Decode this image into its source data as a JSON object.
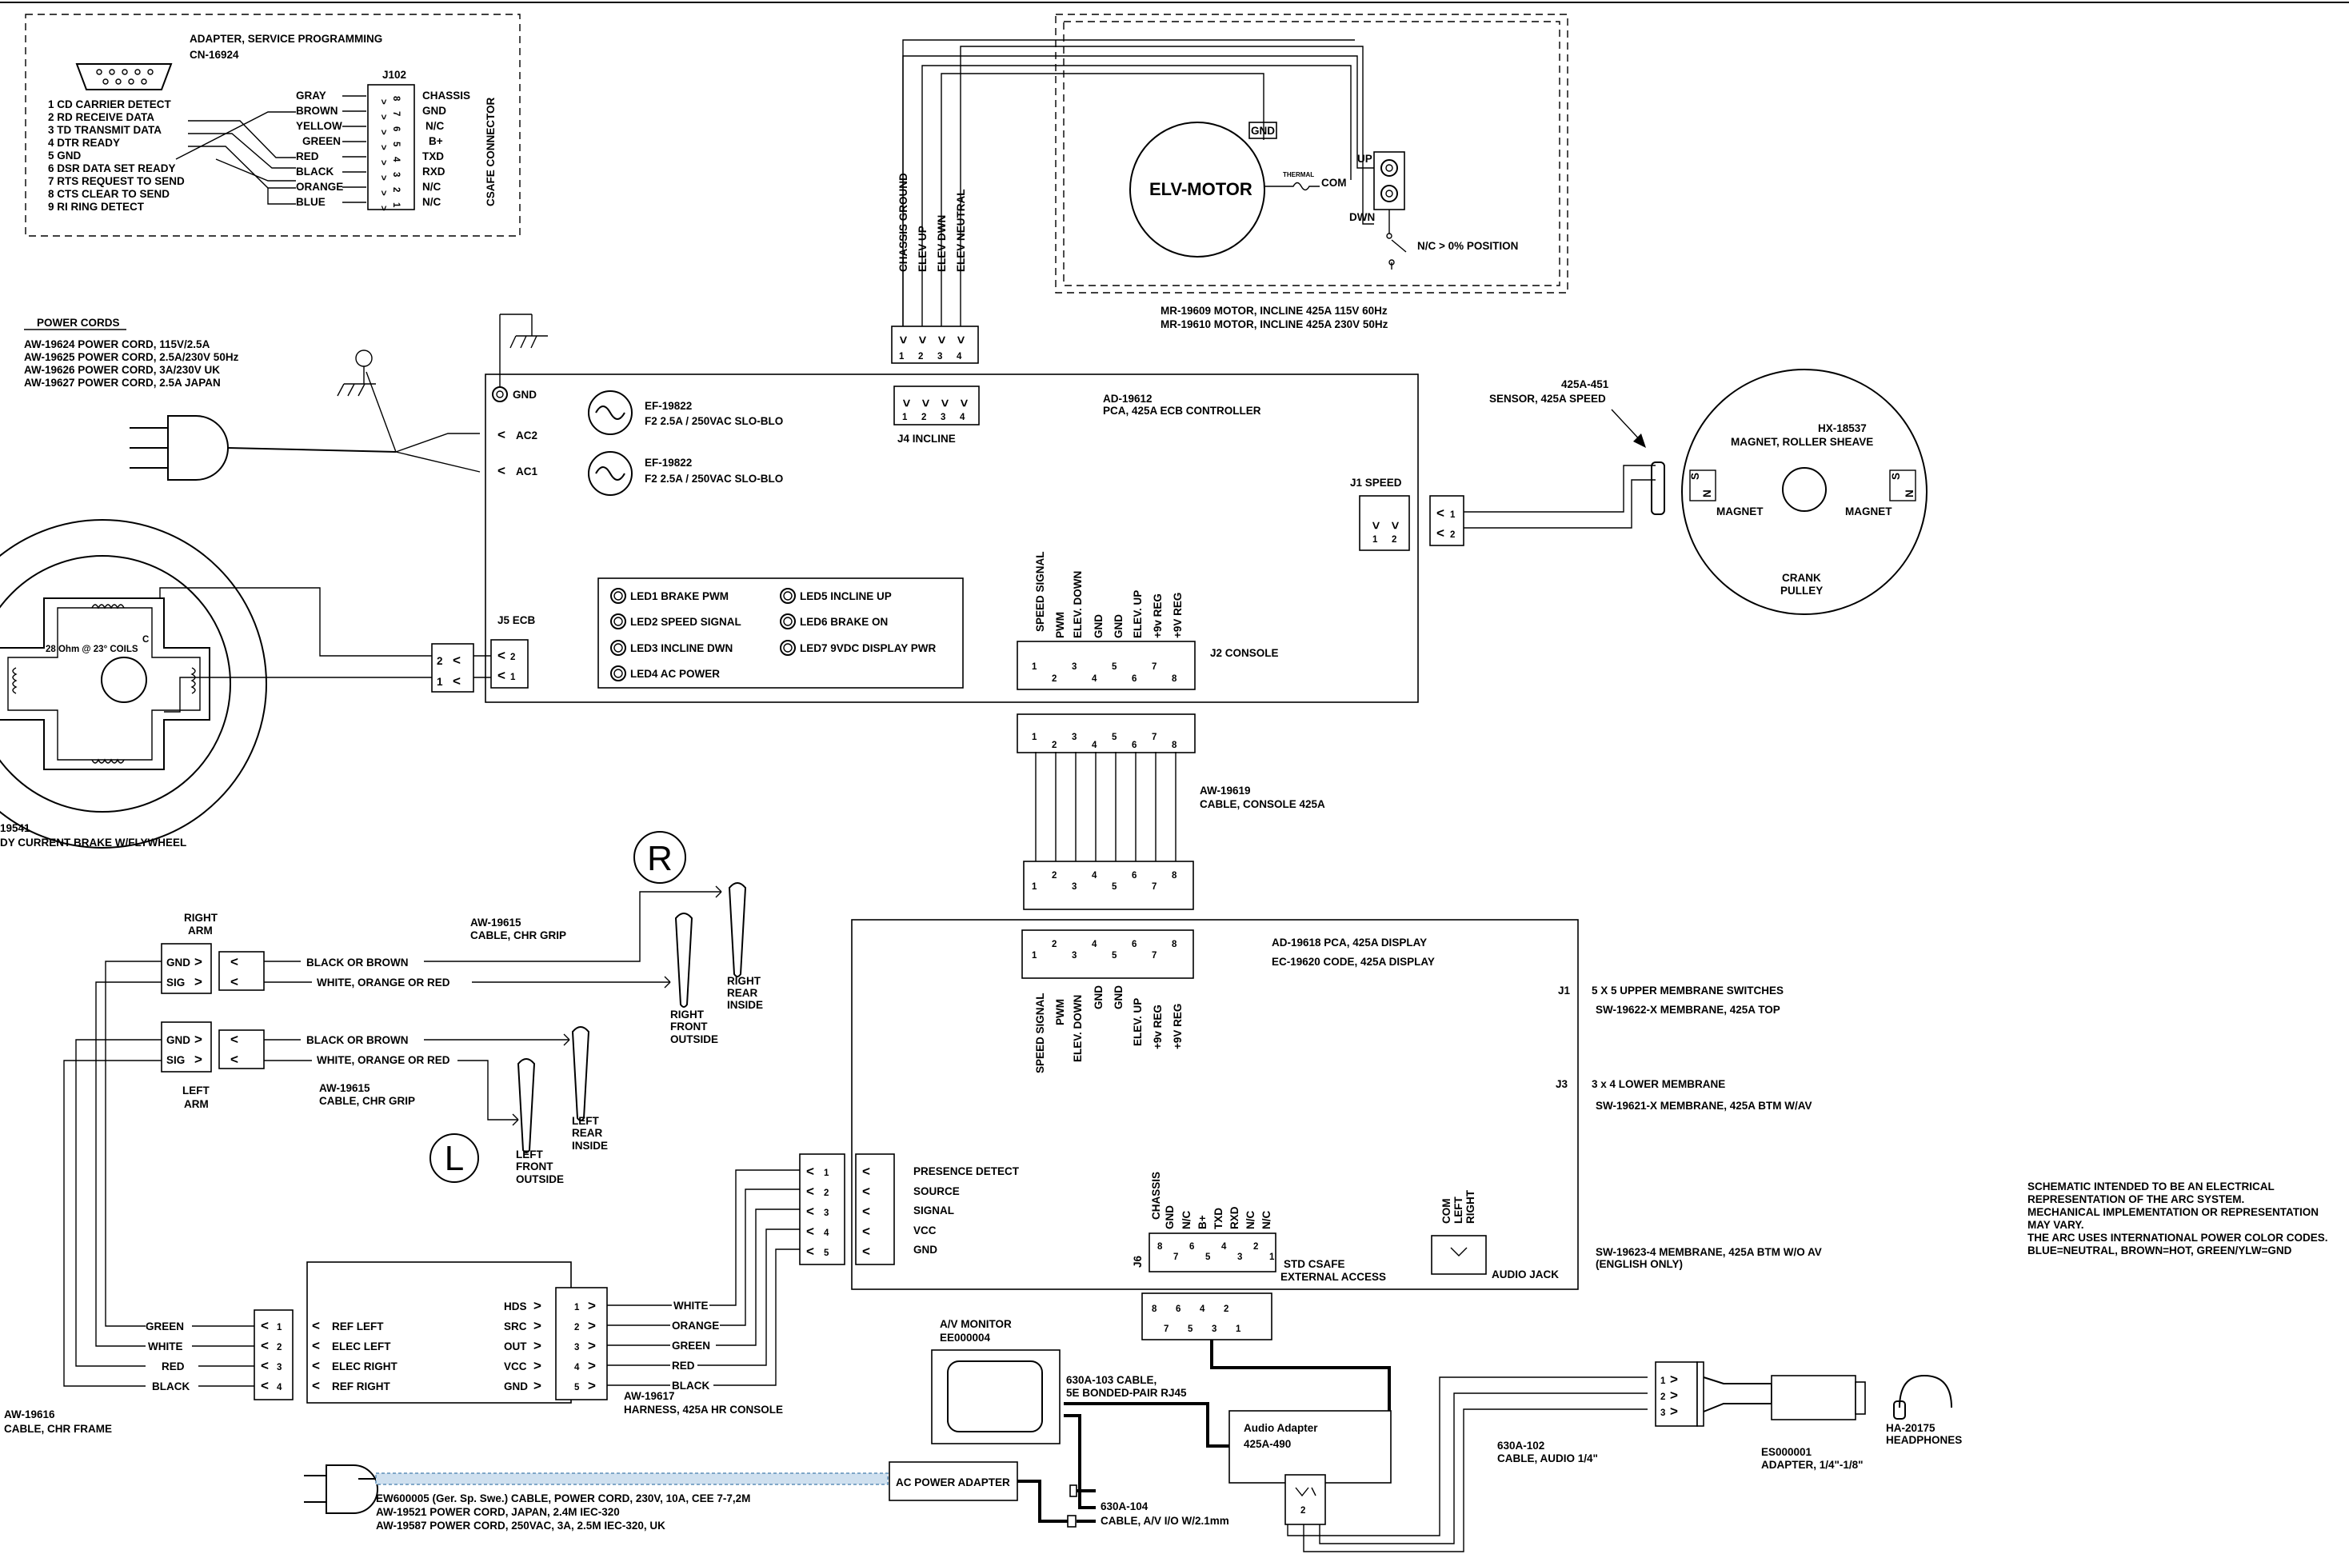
{
  "adapter": {
    "title": "ADAPTER, SERVICE PROGRAMMING",
    "part": "CN-16924",
    "pins": [
      "1 CD  CARRIER DETECT",
      "2 RD  RECEIVE DATA",
      "3 TD  TRANSMIT DATA",
      "4 DTR  READY",
      "5 GND",
      "6 DSR DATA SET READY",
      "7 RTS  REQUEST TO SEND",
      "8 CTS  CLEAR TO SEND",
      "9 RI  RING DETECT"
    ],
    "wires": [
      "GRAY",
      "BROWN",
      "YELLOW",
      "GREEN",
      "RED",
      "BLACK",
      "ORANGE",
      "BLUE"
    ],
    "header": "J102",
    "signals": [
      "CHASSIS",
      "GND",
      "N/C",
      "B+",
      "TXD",
      "RXD",
      "N/C",
      "N/C"
    ],
    "pin_numbers": [
      "8",
      "7",
      "6",
      "5",
      "4",
      "3",
      "2",
      "1"
    ],
    "connector_label": "CSAFE CONNECTOR"
  },
  "power_cords": {
    "title": "POWER CORDS",
    "items": [
      "AW-19624  POWER CORD, 115V/2.5A",
      "AW-19625  POWER CORD, 2.5A/230V 50Hz",
      "AW-19626  POWER CORD, 3A/230V UK",
      "AW-19627  POWER CORD, 2.5A JAPAN"
    ]
  },
  "motor": {
    "label": "ELV-MOTOR",
    "gnd": "GND",
    "thermal": "THERMAL",
    "com": "COM",
    "up": "UP",
    "dwn": "DWN",
    "nc_position": "N/C > 0% POSITION",
    "models": [
      "MR-19609  MOTOR, INCLINE 425A 115V 60Hz",
      "MR-19610  MOTOR, INCLINE 425A 230V 50Hz"
    ],
    "wire_labels": [
      "CHASSIS GROUND",
      "ELEV UP",
      "ELEV DWN",
      "ELEV NEUTRAL"
    ],
    "pins": [
      "1",
      "2",
      "3",
      "4"
    ]
  },
  "controller": {
    "gnd": "GND",
    "ac2": "AC2",
    "ac1": "AC1",
    "fuse_part": "EF-19822",
    "fuse_desc": "F2 2.5A / 250VAC SLO-BLO",
    "j4_label": "J4 INCLINE",
    "j4_pins": [
      "1",
      "2",
      "3",
      "4"
    ],
    "part": "AD-19612",
    "desc": "PCA, 425A ECB CONTROLLER",
    "j1_label": "J1 SPEED",
    "j5_label": "J5 ECB",
    "leds_left": [
      "LED1 BRAKE PWM",
      "LED2 SPEED SIGNAL",
      "LED3 INCLINE DWN",
      "LED4 AC POWER"
    ],
    "leds_right": [
      "LED5 INCLINE UP",
      "LED6 BRAKE ON",
      "LED7 9VDC DISPLAY PWR"
    ],
    "j2_signals": [
      "SPEED SIGNAL",
      "PWM",
      "ELEV. DOWN",
      "GND",
      "GND",
      "ELEV. UP",
      "+9v REG",
      "+9V REG"
    ],
    "j2_label": "J2 CONSOLE",
    "pins8": [
      "1",
      "2",
      "3",
      "4",
      "5",
      "6",
      "7",
      "8"
    ],
    "pins2": [
      "1",
      "2"
    ]
  },
  "sensor": {
    "part": "425A-451",
    "desc": "SENSOR, 425A SPEED"
  },
  "sheave": {
    "part": "HX-18537",
    "desc": "MAGNET, ROLLER SHEAVE",
    "magnet": "MAGNET",
    "crank": "CRANK",
    "pulley": "PULLEY",
    "s": "S",
    "n": "N"
  },
  "brake": {
    "coils": "28 Ohm @ 23°  COILS",
    "c": "C",
    "part": "19541",
    "desc": "DY CURRENT BRAKE W/FLYWHEEL"
  },
  "console_cable": {
    "part": "AW-19619",
    "desc": "CABLE, CONSOLE 425A"
  },
  "display": {
    "part": "AD-19618 PCA, 425A DISPLAY",
    "code": "EC-19620  CODE, 425A DISPLAY",
    "signals": [
      "SPEED SIGNAL",
      "PWM",
      "ELEV. DOWN",
      "GND",
      "GND",
      "ELEV. UP",
      "+9v REG",
      "+9V REG"
    ],
    "j1": "J1",
    "j1_desc": "5 X 5 UPPER MEMBRANE SWITCHES",
    "j1_part": "SW-19622-X  MEMBRANE, 425A TOP",
    "j3": "J3",
    "j3_desc": "3 x 4 LOWER MEMBRANE",
    "j3_part": "SW-19621-X  MEMBRANE, 425A BTM W/AV",
    "hr_signals": [
      "PRESENCE DETECT",
      "SOURCE",
      "SIGNAL",
      "VCC",
      "GND"
    ],
    "pins5": [
      "1",
      "2",
      "3",
      "4",
      "5"
    ],
    "j6": "J6",
    "csafe_signals": [
      "CHASSIS",
      "GND",
      "N/C",
      "B+",
      "TXD",
      "RXD",
      "N/C",
      "N/C"
    ],
    "csafe_pins": [
      "8",
      "7",
      "6",
      "5",
      "4",
      "3",
      "2",
      "1"
    ],
    "std_csafe": "STD CSAFE",
    "ext_access": "EXTERNAL ACCESS",
    "audio_signals": [
      "COM",
      "LEFT",
      "RIGHT"
    ],
    "audio_jack": "AUDIO JACK",
    "sw_part": "SW-19623-4  MEMBRANE, 425A BTM W/O AV",
    "sw_note": "(ENGLISH ONLY)"
  },
  "grip": {
    "r": "R",
    "l": "L",
    "right_arm": [
      "RIGHT",
      "ARM"
    ],
    "left_arm": [
      "LEFT",
      "ARM"
    ],
    "gnd": "GND",
    "sig": "SIG",
    "black": "BLACK OR BROWN",
    "white": "WHITE, ORANGE OR RED",
    "cable_part": "AW-19615",
    "cable_desc": "CABLE, CHR GRIP",
    "right_front": [
      "RIGHT",
      "FRONT",
      "OUTSIDE"
    ],
    "right_rear": [
      "RIGHT",
      "REAR",
      "INSIDE"
    ],
    "left_front": [
      "LEFT",
      "FRONT",
      "OUTSIDE"
    ],
    "left_rear": [
      "LEFT",
      "REAR",
      "INSIDE"
    ]
  },
  "frame": {
    "wires": [
      "GREEN",
      "WHITE",
      "RED",
      "BLACK"
    ],
    "refs": [
      "REF LEFT",
      "ELEC LEFT",
      "ELEC RIGHT",
      "REF RIGHT"
    ],
    "pins4": [
      "1",
      "2",
      "3",
      "4"
    ],
    "part": "AW-19616",
    "desc": "CABLE, CHR FRAME"
  },
  "hr": {
    "signals": [
      "HDS",
      "SRC",
      "OUT",
      "VCC",
      "GND"
    ],
    "wires": [
      "WHITE",
      "ORANGE",
      "GREEN",
      "RED",
      "BLACK"
    ],
    "part": "AW-19617",
    "desc": "HARNESS, 425A HR CONSOLE"
  },
  "av": {
    "monitor": "A/V MONITOR",
    "monitor_part": "EE000004",
    "cable1": "630A-103 CABLE,",
    "cable1_desc": "5E BONDED-PAIR RJ45",
    "audio_adapter": "Audio Adapter",
    "audio_adapter_part": "425A-490",
    "cable2": "630A-102",
    "cable2_desc": "CABLE, AUDIO 1/4\"",
    "adapter_part": "ES000001",
    "adapter_desc": "ADAPTER, 1/4\"-1/8\"",
    "headphones_part": "HA-20175",
    "headphones_desc": "HEADPHONES",
    "ac_adapter": "AC POWER ADAPTER",
    "cable3": "630A-104",
    "cable3_desc": "CABLE, A/V I/O W/2.1mm",
    "cords": [
      "EW600005 (Ger. Sp. Swe.)  CABLE, POWER CORD, 230V, 10A, CEE 7-7,2M",
      "AW-19521  POWER CORD, JAPAN,   2.4M IEC-320",
      "AW-19587  POWER CORD, 250VAC,   3A, 2.5M IEC-320, UK"
    ]
  },
  "note": [
    "SCHEMATIC INTENDED TO BE AN ELECTRICAL",
    "REPRESENTATION OF THE ARC SYSTEM.",
    "MECHANICAL IMPLEMENTATION OR REPRESENTATION",
    "MAY VARY.",
    "THE ARC USES INTERNATIONAL POWER COLOR CODES.",
    "BLUE=NEUTRAL, BROWN=HOT, GREEN/YLW=GND"
  ]
}
